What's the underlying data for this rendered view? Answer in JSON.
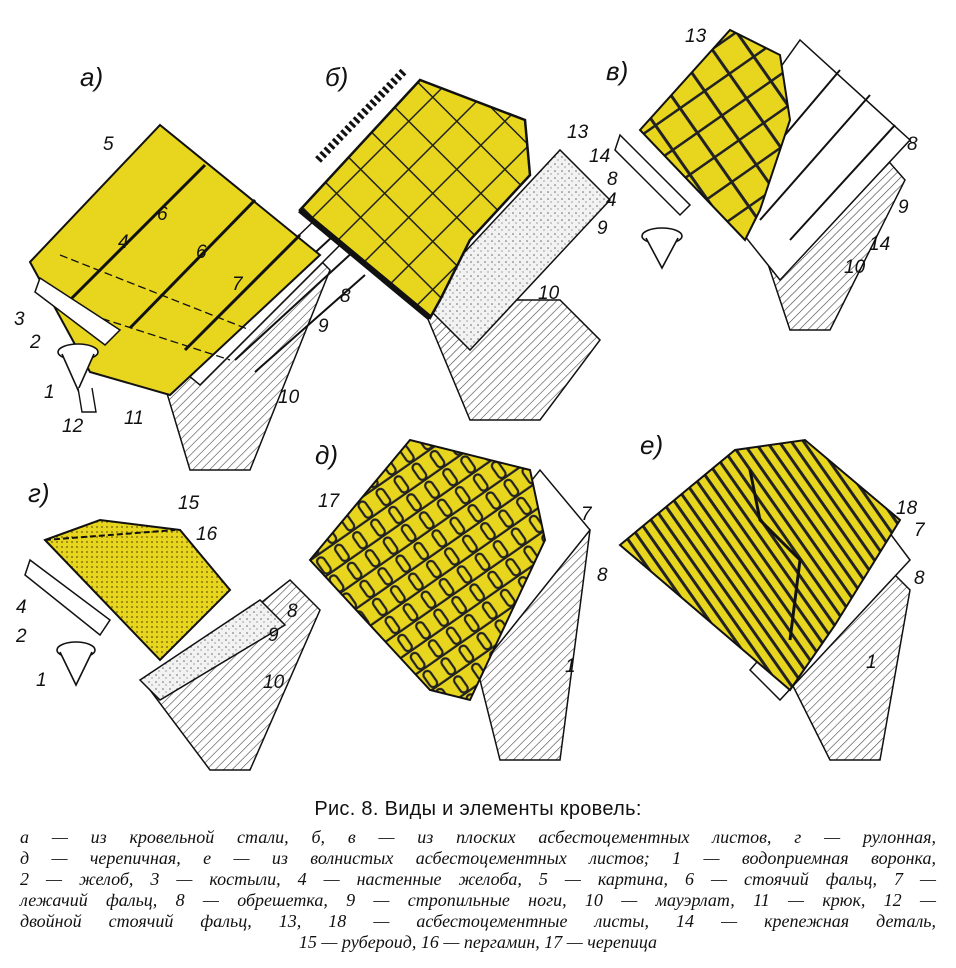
{
  "panels": {
    "a": {
      "label": "а)"
    },
    "b": {
      "label": "б)"
    },
    "v": {
      "label": "в)"
    },
    "g": {
      "label": "г)"
    },
    "d": {
      "label": "д)"
    },
    "e": {
      "label": "е)"
    }
  },
  "callouts": {
    "a": [
      "1",
      "2",
      "3",
      "4",
      "5",
      "6",
      "6",
      "7",
      "8",
      "9",
      "10",
      "11",
      "12"
    ],
    "b": [
      "13",
      "14",
      "8",
      "9",
      "10"
    ],
    "v": [
      "13",
      "4",
      "8",
      "9",
      "14",
      "10"
    ],
    "g": [
      "15",
      "16",
      "4",
      "2",
      "1",
      "8",
      "9",
      "10"
    ],
    "d": [
      "17",
      "7",
      "8",
      "1"
    ],
    "e": [
      "18",
      "7",
      "8",
      "1"
    ]
  },
  "caption": {
    "title": "Рис. 8. Виды и элементы кровель:",
    "lines": [
      "а — из кровельной стали, б, в — из плоских асбестоцементных листов, г — рулонная,",
      "д — черепичная, е — из волнистых асбестоцементных листов; 1 — водоприемная воронка,",
      "2 — желоб, 3 — костыли, 4 — настенные желоба, 5 — картина, 6 — стоячий фальц, 7 —",
      "лежачий фальц, 8 — обрешетка, 9 — стропильные ноги, 10 — мауэрлат, 11 — крюк, 12 —",
      "двойной стоячий фальц, 13, 18 — асбестоцементные листы, 14 — крепежная деталь,",
      "15 — рубероид, 16 — пергамин, 17 — черепица"
    ]
  },
  "colors": {
    "roof": "#e7d51e",
    "roof_dark": "#c9b40c",
    "ink": "#111111",
    "hatch": "#555555"
  }
}
